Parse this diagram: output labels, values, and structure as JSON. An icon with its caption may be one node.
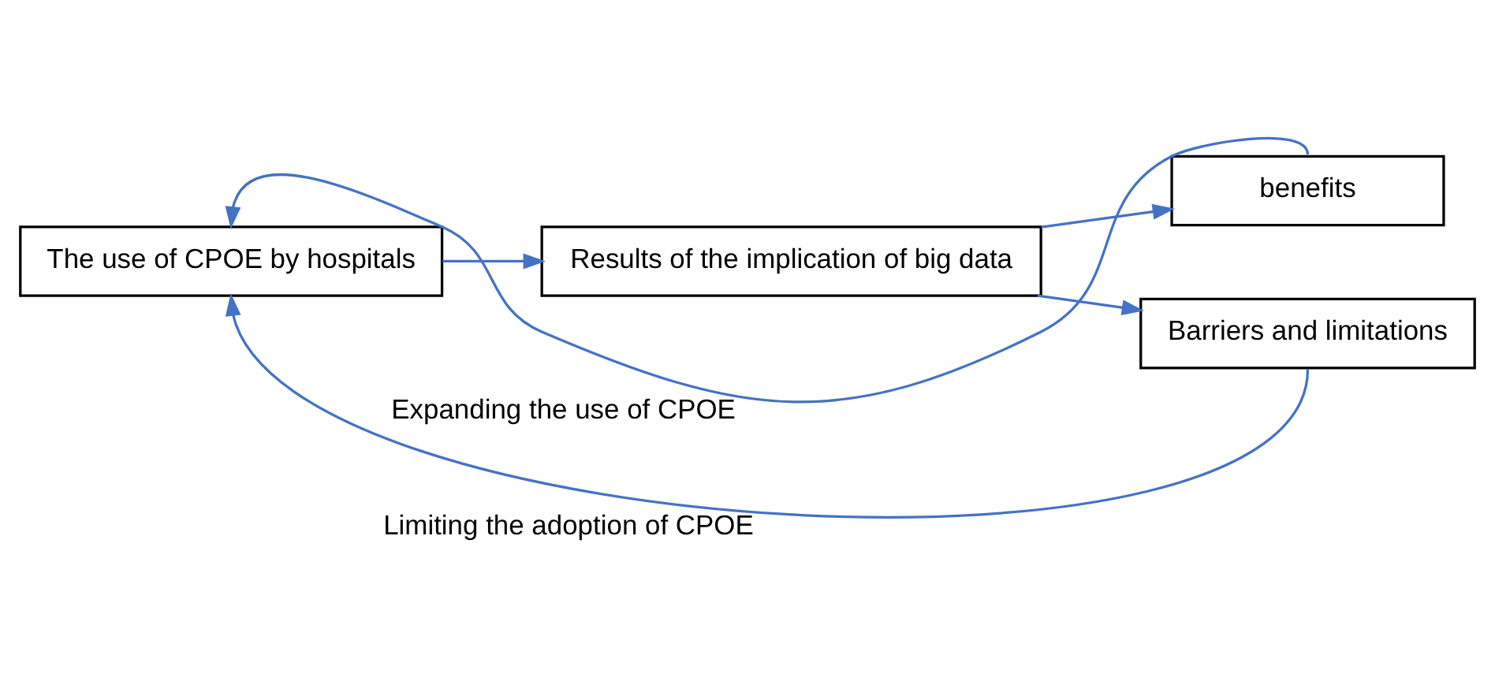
{
  "diagram": {
    "nodes": [
      {
        "text": [
          "The use of CPOE by hospitals"
        ]
      },
      {
        "text": [
          "Results of the implication of big data"
        ]
      },
      {
        "text": [
          "benefits"
        ]
      },
      {
        "text": [
          "Barriers and limitations"
        ]
      }
    ],
    "edges": [
      {
        "from": 0,
        "to": 1,
        "arrow": "to"
      },
      {
        "from": 1,
        "to": 2,
        "arrow": "to"
      },
      {
        "from": 1,
        "to": 3,
        "arrow": "to"
      },
      {
        "from": 2,
        "to": 0,
        "arrow": "to",
        "label": "Expanding the use of CPOE"
      },
      {
        "from": 3,
        "to": 0,
        "arrow": "to",
        "label": "Limiting the adoption of CPOE"
      }
    ]
  }
}
